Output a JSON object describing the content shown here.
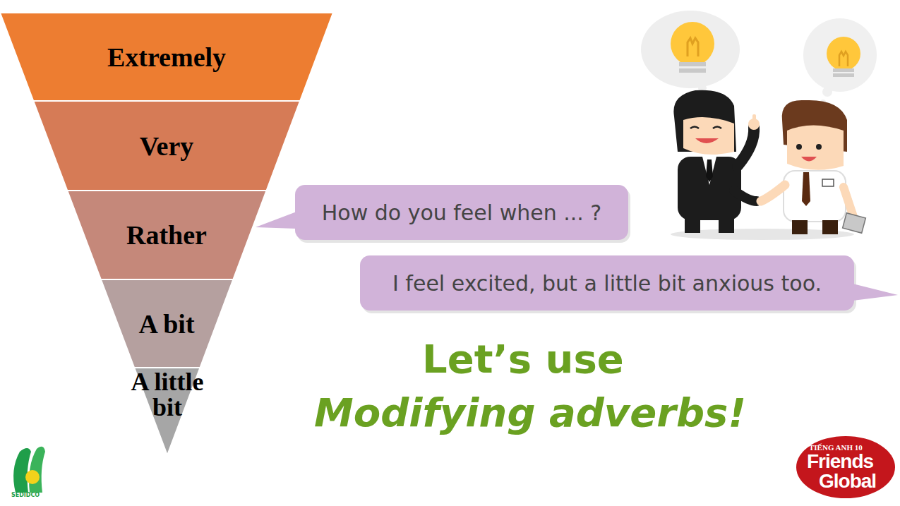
{
  "diagram": {
    "nodes": [
      {
        "text": [
          "Extremely"
        ]
      },
      {
        "text": [
          "Very"
        ]
      },
      {
        "text": [
          "Rather"
        ]
      },
      {
        "text": [
          "A bit"
        ]
      },
      {
        "text": [
          "A little bit"
        ]
      },
      {
        "text": [
          "How do you feel when ... ?"
        ]
      },
      {
        "text": [
          "I feel excited, but a little bit anxious too."
        ]
      }
    ],
    "labels": [
      "Let’s use",
      "Modifying adverbs!",
      "SEDIDCO",
      "TIẾNG ANH 10",
      "Friends",
      "Global"
    ]
  }
}
